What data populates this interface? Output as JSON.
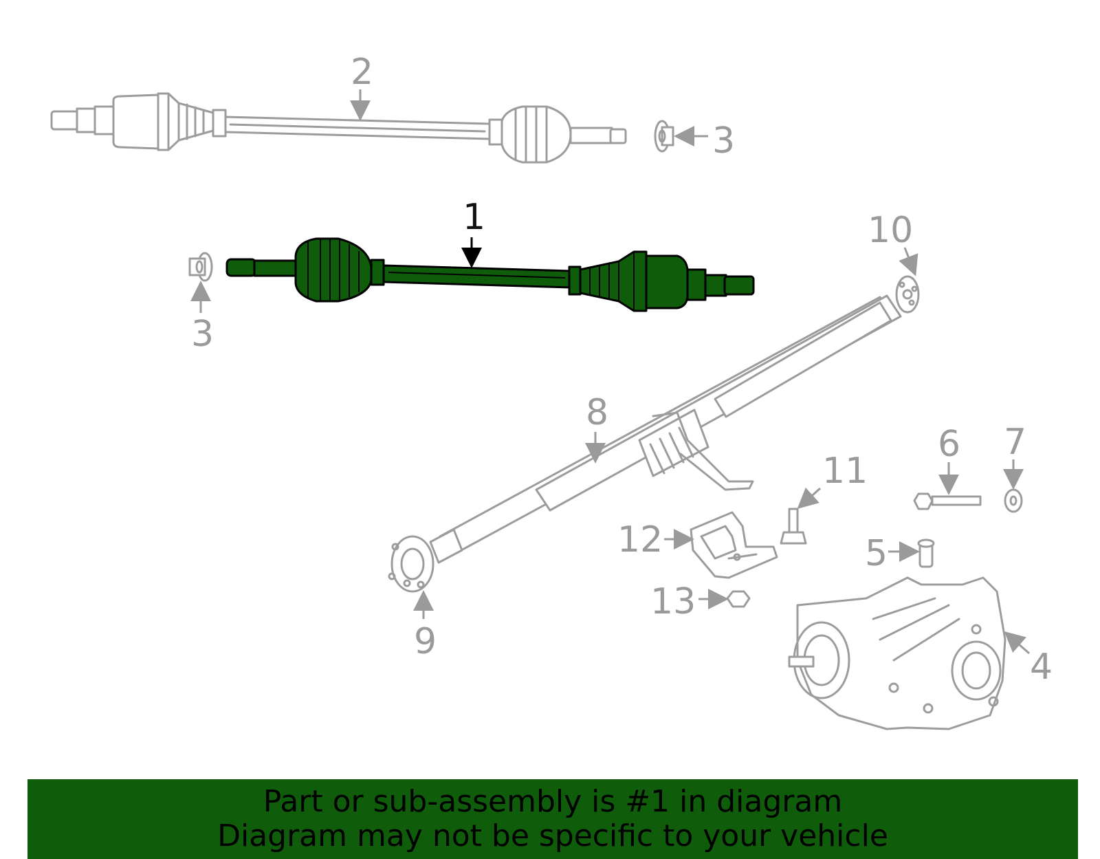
{
  "colors": {
    "highlight": "#0f5c0b",
    "banner": "#0f5c0b",
    "part_stroke": "#9c9c9c"
  },
  "callouts": {
    "c1": "1",
    "c2": "2",
    "c3a": "3",
    "c3b": "3",
    "c4": "4",
    "c5": "5",
    "c6": "6",
    "c7": "7",
    "c8": "8",
    "c9": "9",
    "c10": "10",
    "c11": "11",
    "c12": "12",
    "c13": "13"
  },
  "banner": {
    "line1": "Part or sub-assembly is #1 in diagram",
    "line2": "Diagram may not be specific to your vehicle"
  }
}
